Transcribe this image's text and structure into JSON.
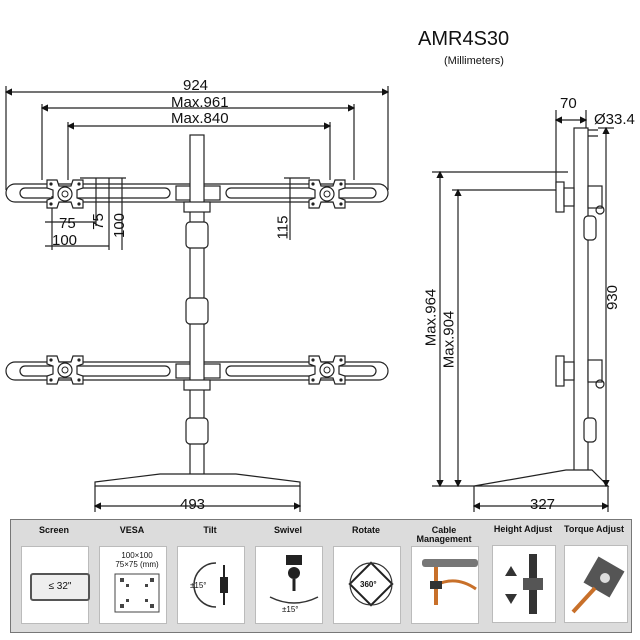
{
  "header": {
    "model": "AMR4S30",
    "units": "(Millimeters)"
  },
  "front_view": {
    "width_total": "924",
    "width_max_961": "Max.961",
    "width_max_840": "Max.840",
    "vesa_100_h": "100",
    "vesa_75_h": "75",
    "vesa_75_v": "75",
    "vesa_100_v": "100",
    "offset_115": "115",
    "base_width": "493"
  },
  "side_view": {
    "depth_70": "70",
    "pole_diameter": "Ø33.4",
    "height_930": "930",
    "max_964": "Max.964",
    "max_904": "Max.904",
    "base_depth": "327"
  },
  "features": [
    {
      "label": "Screen",
      "detail": "≤ 32\"",
      "icon": "monitor-icon"
    },
    {
      "label": "VESA",
      "detail": "100×100",
      "detail2": "75×75 (mm)",
      "icon": "vesa-pattern-icon"
    },
    {
      "label": "Tilt",
      "detail": "±15°",
      "icon": "tilt-icon"
    },
    {
      "label": "Swivel",
      "detail": "±15°",
      "icon": "swivel-icon"
    },
    {
      "label": "Rotate",
      "detail": "360°",
      "icon": "rotate-icon"
    },
    {
      "label": "Cable\nManagement",
      "detail": "",
      "icon": "cable-clip-icon"
    },
    {
      "label": "Height Adjust",
      "detail": "",
      "icon": "height-adjust-icon"
    },
    {
      "label": "Torque Adjust",
      "detail": "",
      "icon": "torque-adjust-icon"
    }
  ]
}
